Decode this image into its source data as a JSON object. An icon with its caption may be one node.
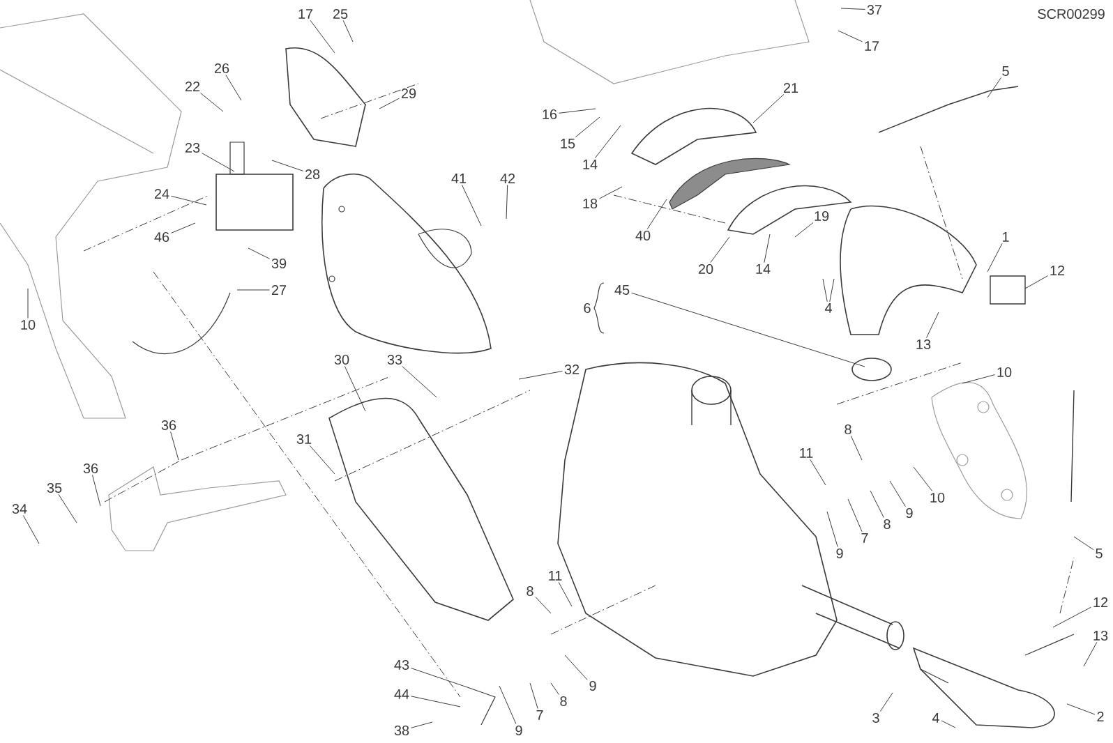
{
  "diagram": {
    "nodes": [
      {
        "text": [
          "17"
        ]
      },
      {
        "text": [
          "25"
        ]
      },
      {
        "text": [
          "37"
        ]
      },
      {
        "text": [
          "17"
        ]
      },
      {
        "text": [
          "26"
        ]
      },
      {
        "text": [
          "5"
        ]
      },
      {
        "text": [
          "22"
        ]
      },
      {
        "text": [
          "21"
        ]
      },
      {
        "text": [
          "29"
        ]
      },
      {
        "text": [
          "16"
        ]
      },
      {
        "text": [
          "15"
        ]
      },
      {
        "text": [
          "23"
        ]
      },
      {
        "text": [
          "14"
        ]
      },
      {
        "text": [
          "28"
        ]
      },
      {
        "text": [
          "41"
        ]
      },
      {
        "text": [
          "42"
        ]
      },
      {
        "text": [
          "24"
        ]
      },
      {
        "text": [
          "18"
        ]
      },
      {
        "text": [
          "19"
        ]
      },
      {
        "text": [
          "40"
        ]
      },
      {
        "text": [
          "1"
        ]
      },
      {
        "text": [
          "46"
        ]
      },
      {
        "text": [
          "39"
        ]
      },
      {
        "text": [
          "20"
        ]
      },
      {
        "text": [
          "14"
        ]
      },
      {
        "text": [
          "12"
        ]
      },
      {
        "text": [
          "27"
        ]
      },
      {
        "text": [
          "45"
        ]
      },
      {
        "text": [
          "4"
        ]
      },
      {
        "text": [
          "10"
        ]
      },
      {
        "text": [
          "13"
        ]
      },
      {
        "text": [
          "30"
        ]
      },
      {
        "text": [
          "33"
        ]
      },
      {
        "text": [
          "32"
        ]
      },
      {
        "text": [
          "10"
        ]
      },
      {
        "text": [
          "36"
        ]
      },
      {
        "text": [
          "31"
        ]
      },
      {
        "text": [
          "8"
        ]
      },
      {
        "text": [
          "11"
        ]
      },
      {
        "text": [
          "36"
        ]
      },
      {
        "text": [
          "35"
        ]
      },
      {
        "text": [
          "10"
        ]
      },
      {
        "text": [
          "34"
        ]
      },
      {
        "text": [
          "9"
        ]
      },
      {
        "text": [
          "8"
        ]
      },
      {
        "text": [
          "7"
        ]
      },
      {
        "text": [
          "5"
        ]
      },
      {
        "text": [
          "9"
        ]
      },
      {
        "text": [
          "11"
        ]
      },
      {
        "text": [
          "8"
        ]
      },
      {
        "text": [
          "12"
        ]
      },
      {
        "text": [
          "13"
        ]
      },
      {
        "text": [
          "43"
        ]
      },
      {
        "text": [
          "9"
        ]
      },
      {
        "text": [
          "44"
        ]
      },
      {
        "text": [
          "8"
        ]
      },
      {
        "text": [
          "7"
        ]
      },
      {
        "text": [
          "2"
        ]
      },
      {
        "text": [
          "3"
        ]
      },
      {
        "text": [
          "4"
        ]
      },
      {
        "text": [
          "38"
        ]
      },
      {
        "text": [
          "9"
        ]
      }
    ],
    "edges": [
      {
        "from": 0,
        "to": null,
        "arrow": "none"
      },
      {
        "from": 1,
        "to": null,
        "arrow": "none"
      },
      {
        "from": 2,
        "to": null,
        "arrow": "none"
      },
      {
        "from": 3,
        "to": null,
        "arrow": "none"
      },
      {
        "from": 4,
        "to": null,
        "arrow": "none"
      },
      {
        "from": 5,
        "to": null,
        "arrow": "none"
      },
      {
        "from": 6,
        "to": null,
        "arrow": "none"
      },
      {
        "from": 7,
        "to": null,
        "arrow": "none"
      },
      {
        "from": 8,
        "to": null,
        "arrow": "none"
      },
      {
        "from": 9,
        "to": null,
        "arrow": "none"
      },
      {
        "from": 10,
        "to": null,
        "arrow": "none"
      },
      {
        "from": 11,
        "to": null,
        "arrow": "none"
      },
      {
        "from": 12,
        "to": null,
        "arrow": "none"
      },
      {
        "from": 13,
        "to": null,
        "arrow": "none"
      },
      {
        "from": 14,
        "to": null,
        "arrow": "none"
      },
      {
        "from": 15,
        "to": null,
        "arrow": "none"
      },
      {
        "from": 16,
        "to": null,
        "arrow": "none"
      },
      {
        "from": 17,
        "to": null,
        "arrow": "none"
      },
      {
        "from": 18,
        "to": null,
        "arrow": "none"
      },
      {
        "from": 19,
        "to": null,
        "arrow": "none"
      },
      {
        "from": 20,
        "to": null,
        "arrow": "none"
      },
      {
        "from": 21,
        "to": null,
        "arrow": "none"
      },
      {
        "from": 22,
        "to": null,
        "arrow": "none"
      },
      {
        "from": 23,
        "to": null,
        "arrow": "none"
      },
      {
        "from": 24,
        "to": null,
        "arrow": "none"
      },
      {
        "from": 25,
        "to": null,
        "arrow": "none"
      },
      {
        "from": 26,
        "to": null,
        "arrow": "none"
      },
      {
        "from": 27,
        "to": null,
        "arrow": "none"
      },
      {
        "from": 28,
        "to": null,
        "arrow": "none"
      },
      {
        "from": 28,
        "to": null,
        "arrow": "none"
      },
      {
        "from": 29,
        "to": null,
        "arrow": "none"
      },
      {
        "from": 30,
        "to": null,
        "arrow": "none"
      },
      {
        "from": 31,
        "to": null,
        "arrow": "none"
      },
      {
        "from": 32,
        "to": null,
        "arrow": "none"
      },
      {
        "from": 33,
        "to": null,
        "arrow": "none"
      },
      {
        "from": 34,
        "to": null,
        "arrow": "none"
      },
      {
        "from": 35,
        "to": null,
        "arrow": "none"
      },
      {
        "from": 36,
        "to": null,
        "arrow": "none"
      },
      {
        "from": 37,
        "to": null,
        "arrow": "none"
      },
      {
        "from": 38,
        "to": null,
        "arrow": "none"
      },
      {
        "from": 39,
        "to": null,
        "arrow": "none"
      },
      {
        "from": 40,
        "to": null,
        "arrow": "none"
      },
      {
        "from": 41,
        "to": null,
        "arrow": "none"
      },
      {
        "from": 42,
        "to": null,
        "arrow": "none"
      },
      {
        "from": 43,
        "to": null,
        "arrow": "none"
      },
      {
        "from": 44,
        "to": null,
        "arrow": "none"
      },
      {
        "from": 45,
        "to": null,
        "arrow": "none"
      },
      {
        "from": 46,
        "to": null,
        "arrow": "none"
      },
      {
        "from": 47,
        "to": null,
        "arrow": "none"
      },
      {
        "from": 48,
        "to": null,
        "arrow": "none"
      },
      {
        "from": 49,
        "to": null,
        "arrow": "none"
      },
      {
        "from": 50,
        "to": null,
        "arrow": "none"
      },
      {
        "from": 51,
        "to": null,
        "arrow": "none"
      },
      {
        "from": 52,
        "to": null,
        "arrow": "none"
      },
      {
        "from": 53,
        "to": null,
        "arrow": "none"
      },
      {
        "from": 54,
        "to": null,
        "arrow": "none"
      },
      {
        "from": 55,
        "to": null,
        "arrow": "none"
      },
      {
        "from": 56,
        "to": null,
        "arrow": "none"
      },
      {
        "from": 57,
        "to": null,
        "arrow": "none"
      },
      {
        "from": 58,
        "to": null,
        "arrow": "none"
      },
      {
        "from": 59,
        "to": null,
        "arrow": "none"
      },
      {
        "from": 60,
        "to": null,
        "arrow": "none"
      },
      {
        "from": 61,
        "to": null,
        "arrow": "none"
      }
    ],
    "labels": [
      "SCR00299",
      "6"
    ]
  }
}
